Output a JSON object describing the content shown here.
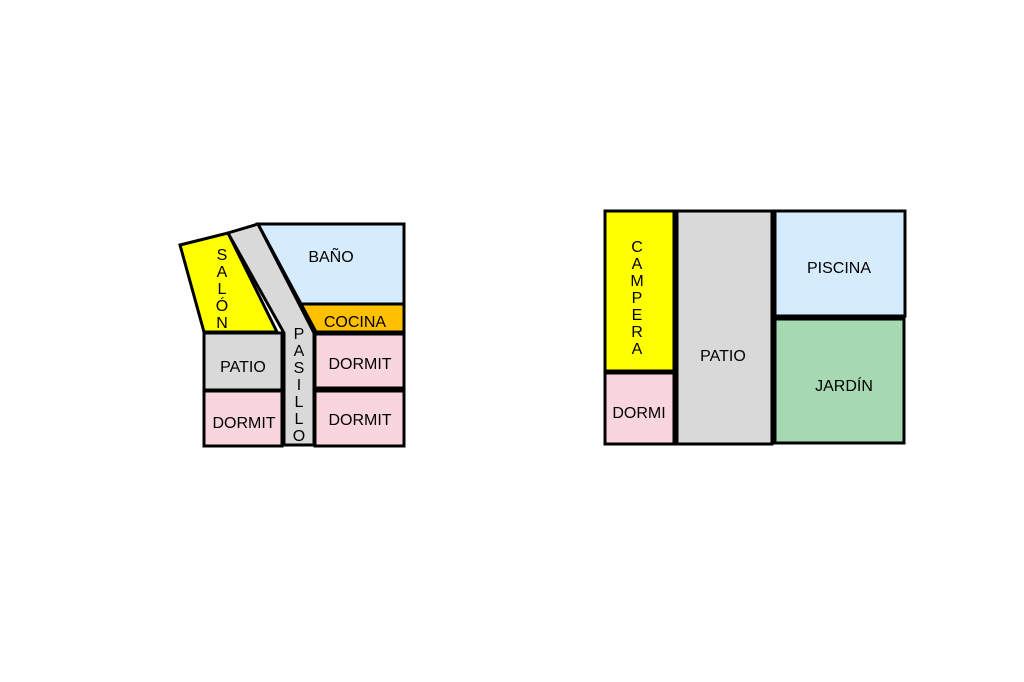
{
  "colors": {
    "yellow": "#ffff00",
    "blue": "#d6ebfb",
    "orange": "#ffc000",
    "gray": "#d9d9d9",
    "pink": "#f9d6de",
    "green": "#a6d8b2",
    "wall": "#000000"
  },
  "plan_left": {
    "salon": "SALÓN",
    "bano": "BAÑO",
    "cocina": "COCINA",
    "pasillo": "PASILLO",
    "patio": "PATIO",
    "dormit_left": "DORMIT",
    "dormit_right_top": "DORMIT",
    "dormit_right_bottom": "DORMIT"
  },
  "plan_right": {
    "campera": "CAMPERA",
    "patio": "PATIO",
    "piscina": "PISCINA",
    "jardin": "JARDÍN",
    "dormi": "DORMI"
  }
}
